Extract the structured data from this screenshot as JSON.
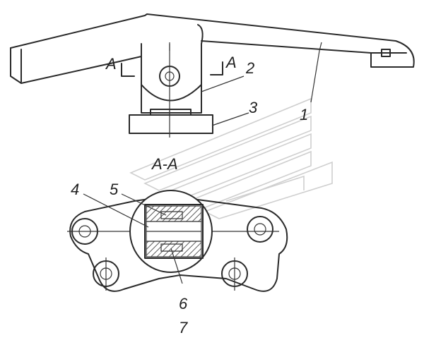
{
  "callouts": [
    {
      "id": "1",
      "text": "1"
    },
    {
      "id": "2",
      "text": "2"
    },
    {
      "id": "3",
      "text": "3"
    },
    {
      "id": "4",
      "text": "4"
    },
    {
      "id": "5",
      "text": "5"
    },
    {
      "id": "6",
      "text": "6"
    },
    {
      "id": "7",
      "text": "7"
    }
  ],
  "section_marks": {
    "left": "A",
    "right": "A",
    "section_title": "A-A"
  },
  "colors": {
    "line": "#2a2a2a",
    "hatch": "#333333",
    "watermark": "#cfcfcf"
  }
}
